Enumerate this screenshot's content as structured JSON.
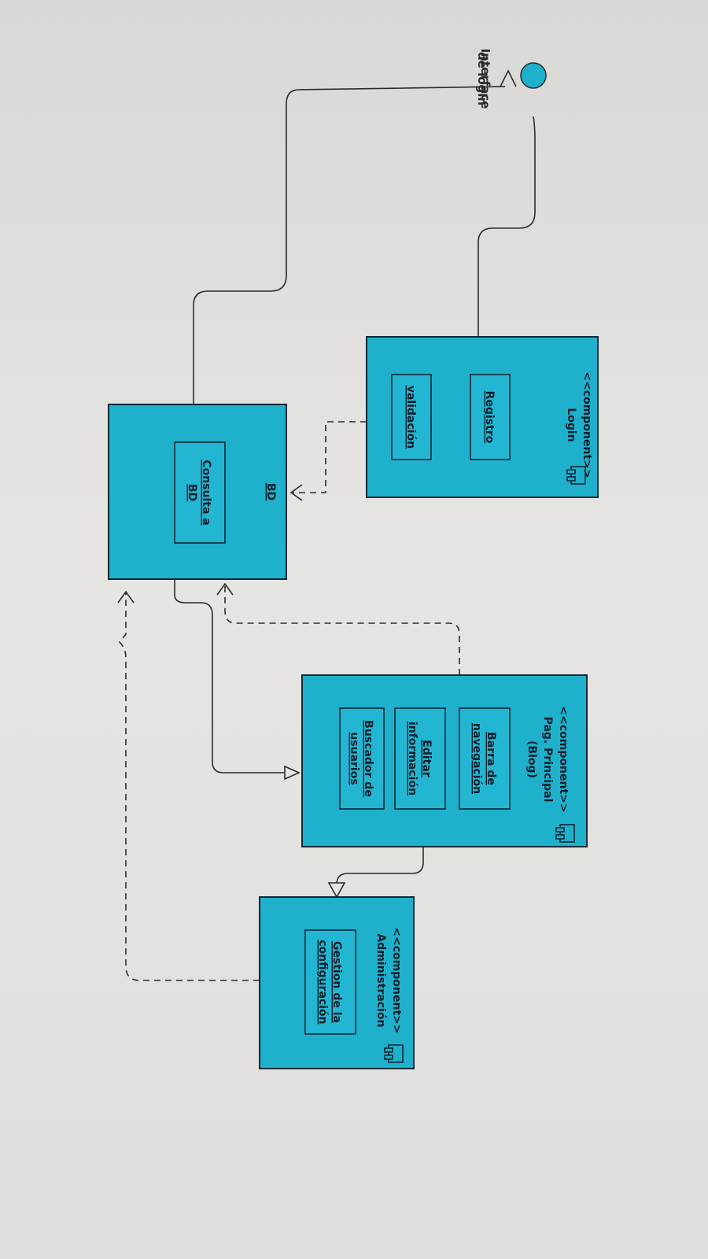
{
  "interface": {
    "label_line1": "Interface",
    "label_line2": "de login"
  },
  "components": {
    "login": {
      "stereotype": "<<component>>",
      "title": "Login",
      "parts": [
        "Registro",
        "validación"
      ]
    },
    "bd": {
      "title": "BD",
      "parts": [
        [
          "Consulta a",
          "BD"
        ]
      ]
    },
    "principal": {
      "stereotype": "<<component>>",
      "title_line1": "Pag. Principal",
      "title_line2": "(Blog)",
      "parts": [
        [
          "Barra de",
          "navegación"
        ],
        [
          "Editar",
          "información"
        ],
        [
          "Buscador de",
          "usuarios"
        ]
      ]
    },
    "admin": {
      "stereotype": "<<component>>",
      "title": "Administración",
      "parts": [
        [
          "Gestion de la",
          "configuración"
        ]
      ]
    }
  },
  "icons": [
    "component-icon",
    "interface-lollipop-icon"
  ],
  "colors": {
    "component_fill": "#1fb0cc",
    "component_border": "#0c2a36",
    "line": "#2b2b2b",
    "background": "#e2e1dd"
  }
}
